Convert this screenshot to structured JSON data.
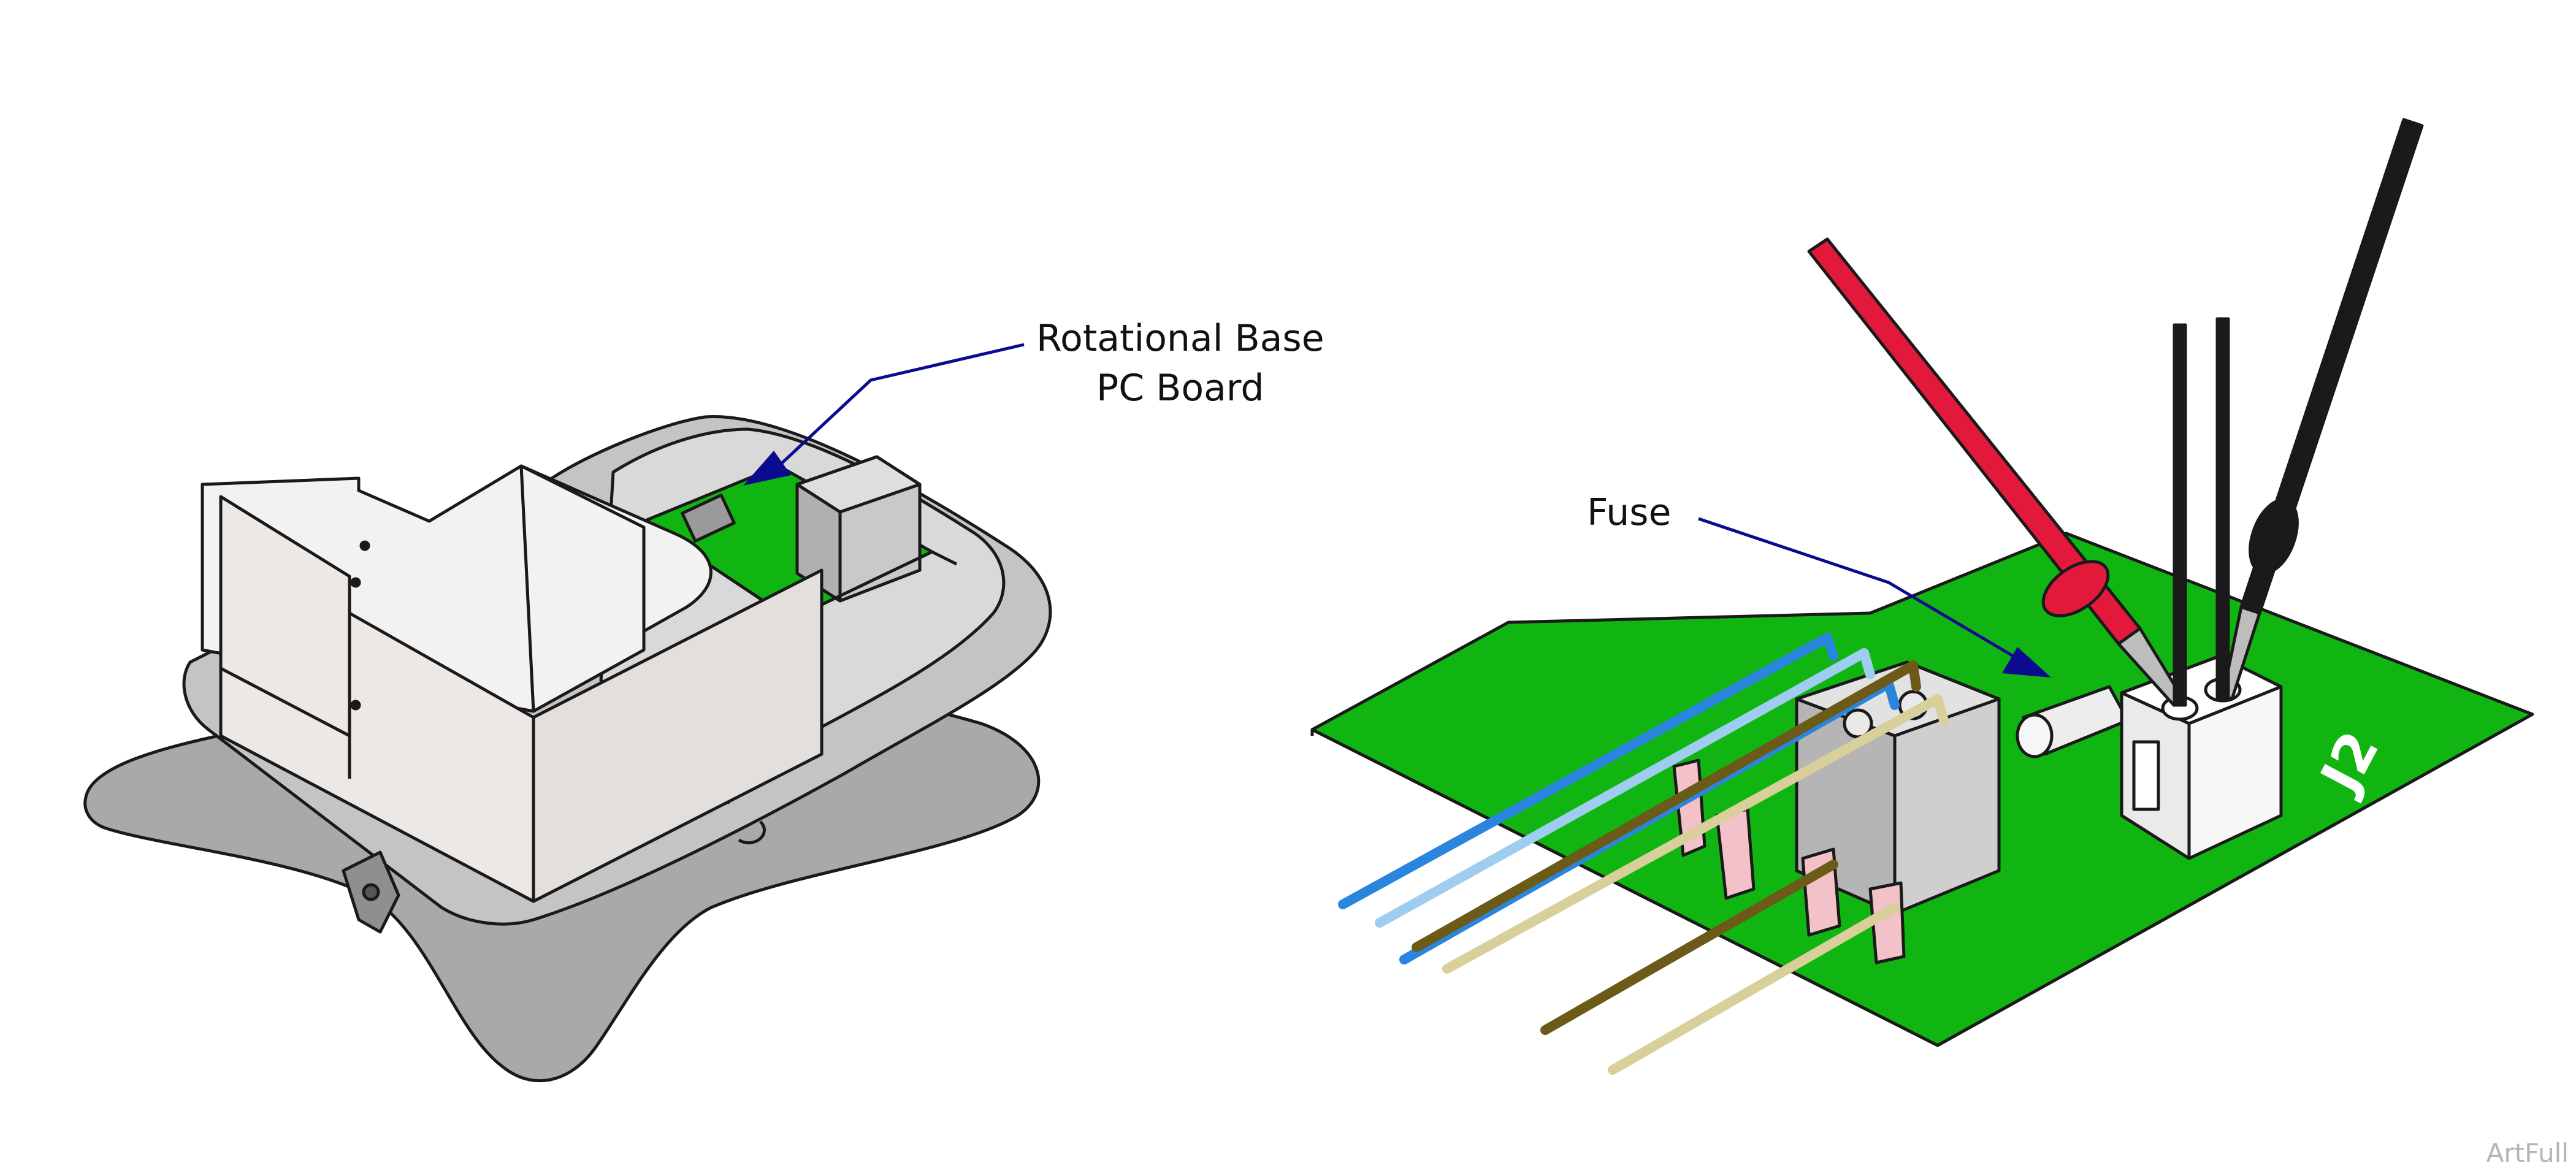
{
  "callouts": {
    "rotational_base_line1": "Rotational Base",
    "rotational_base_line2": "PC Board",
    "fuse": "Fuse",
    "connector": "J2"
  },
  "watermark": "ArtFull",
  "colors": {
    "pcb_green": "#11b511",
    "leader_blue": "#0b0b8f",
    "probe_red": "#e3193b",
    "probe_black": "#1a1a1a",
    "cover_white": "#f1eeec",
    "base_gray": "#bdbdbd",
    "wire_blue": "#2a86dd",
    "wire_brown": "#6b5a18",
    "terminal_pink": "#f3c2c8",
    "relay_gray": "#cfcfcf"
  },
  "icons": [
    "rotation-arrows-icon"
  ]
}
